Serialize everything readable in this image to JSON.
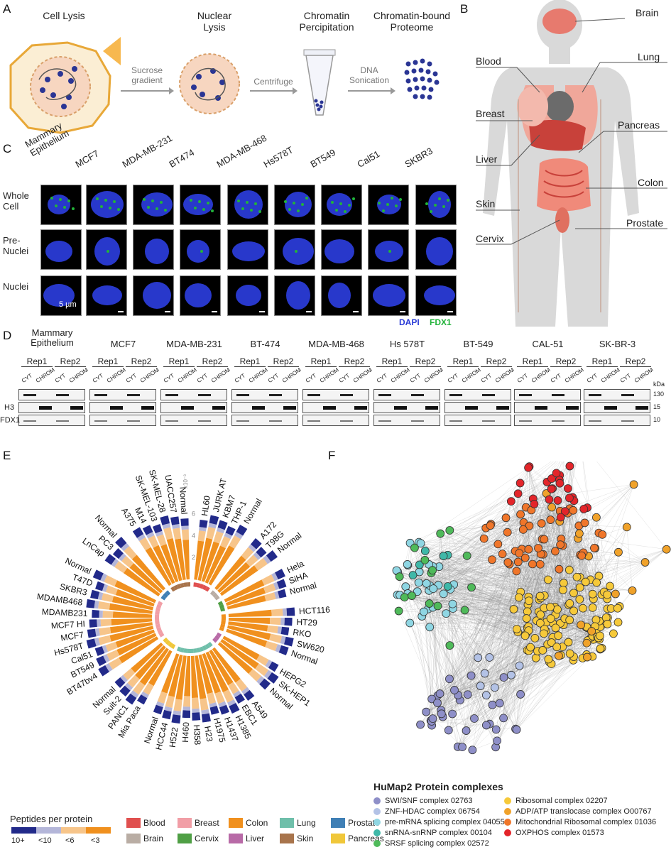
{
  "panels": {
    "A": "A",
    "B": "B",
    "C": "C",
    "D": "D",
    "E": "E",
    "F": "F"
  },
  "panelA": {
    "steps": [
      "Cell Lysis",
      "Nuclear Lysis",
      "Chromatin Percipitation",
      "Chromatin-bound Proteome"
    ],
    "arrows": [
      "Sucrose gradient",
      "Centrifuge",
      "DNA Sonication"
    ]
  },
  "panelB": {
    "left_labels": [
      "Blood",
      "Breast",
      "Liver",
      "Skin",
      "Cervix"
    ],
    "right_labels": [
      "Brain",
      "Lung",
      "Pancreas",
      "Colon",
      "Prostate"
    ]
  },
  "panelC": {
    "columns": [
      "Mammary Epithelium",
      "MCF7",
      "MDA-MB-231",
      "BT474",
      "MDA-MB-468",
      "Hs578T",
      "BT549",
      "Cal51",
      "SKBR3"
    ],
    "rows": [
      "Whole Cell",
      "Pre-Nuclei",
      "Nuclei"
    ],
    "scale_bar": "5 µm",
    "stain_dapi": "DAPI",
    "stain_fdx1": "FDX1",
    "dapi_color": "#2a3bd6",
    "fdx1_color": "#22b33a"
  },
  "panelD": {
    "cell_lines": [
      "Mammary Epithelium",
      "MCF7",
      "MDA-MB-231",
      "BT-474",
      "MDA-MB-468",
      "Hs 578T",
      "BT-549",
      "CAL-51",
      "SK-BR-3"
    ],
    "reps": [
      "Rep1",
      "Rep2"
    ],
    "fractions": [
      "CYT",
      "CHROM"
    ],
    "row_labels": [
      "H3",
      "FDX1"
    ],
    "kda_unit": "kDa",
    "kda_marks": [
      "130",
      "15",
      "10"
    ]
  },
  "panelE": {
    "axis_label": "x10⁻³",
    "axis_ticks": [
      "2",
      "4",
      "6"
    ],
    "legend_title": "Peptides per protein",
    "legend_bins": [
      "10+",
      "<10",
      "<6",
      "<3"
    ],
    "bin_colors": [
      "#222a8a",
      "#b4b6d9",
      "#f7c58a",
      "#f0901e"
    ],
    "tissue_legend": [
      {
        "name": "Blood",
        "color": "#e0504f"
      },
      {
        "name": "Breast",
        "color": "#f19ea6"
      },
      {
        "name": "Colon",
        "color": "#f0901e"
      },
      {
        "name": "Lung",
        "color": "#6fbfaa"
      },
      {
        "name": "Prostate",
        "color": "#3f7fb5"
      },
      {
        "name": "Brain",
        "color": "#b9ada4"
      },
      {
        "name": "Cervix",
        "color": "#4f9f45"
      },
      {
        "name": "Liver",
        "color": "#b86aa7"
      },
      {
        "name": "Skin",
        "color": "#a8744c"
      },
      {
        "name": "Pancreas",
        "color": "#f0c73a"
      }
    ],
    "sample_labels": [
      "HL60",
      "JURK AT",
      "KBM7",
      "THP-1",
      "Normal",
      "A172",
      "T98G",
      "Normal",
      "Hela",
      "SiHA",
      "Normal",
      "HCT116",
      "HT29",
      "RKO",
      "SW620",
      "Normal",
      "HEPG2",
      "SK-HEP1",
      "Normal",
      "A549",
      "EBC1",
      "H1385",
      "H1437",
      "H1975",
      "H23",
      "H358",
      "H460",
      "H522",
      "HCC44",
      "Normal",
      "Mia Paca",
      "PANC1",
      "Suit-2",
      "Normal",
      "BT47bv4",
      "BT549",
      "Cal51",
      "Hs578T",
      "MCF7",
      "MCF7 HI",
      "MDAMB231",
      "MDAMB468",
      "SKBR3",
      "T47D",
      "Normal",
      "LnCap",
      "PC3",
      "Normal",
      "A375",
      "M14",
      "SK-MEL-103",
      "SK-MEL-28",
      "UACC257",
      "Normal"
    ]
  },
  "panelF": {
    "legend_title": "HuMap2 Protein complexes",
    "complexes": [
      {
        "name": "SWI/SNF complex 02763",
        "color": "#8e8fc8"
      },
      {
        "name": "ZNF-HDAC complex 06754",
        "color": "#b3c2e6"
      },
      {
        "name": "pre-mRNA splicing complex 04055",
        "color": "#8fd6e3"
      },
      {
        "name": "snRNA-snRNP complex 00104",
        "color": "#3fb8a8"
      },
      {
        "name": "SRSF splicing complex 02572",
        "color": "#4fba5a"
      },
      {
        "name": "Ribosomal complex 02207",
        "color": "#f6c93a"
      },
      {
        "name": "ADP/ATP translocase complex O00767",
        "color": "#f0a22a"
      },
      {
        "name": "Mitochondrial Ribosomal complex 01036",
        "color": "#f0762a"
      },
      {
        "name": "OXPHOS complex 01573",
        "color": "#e3252a"
      }
    ]
  }
}
